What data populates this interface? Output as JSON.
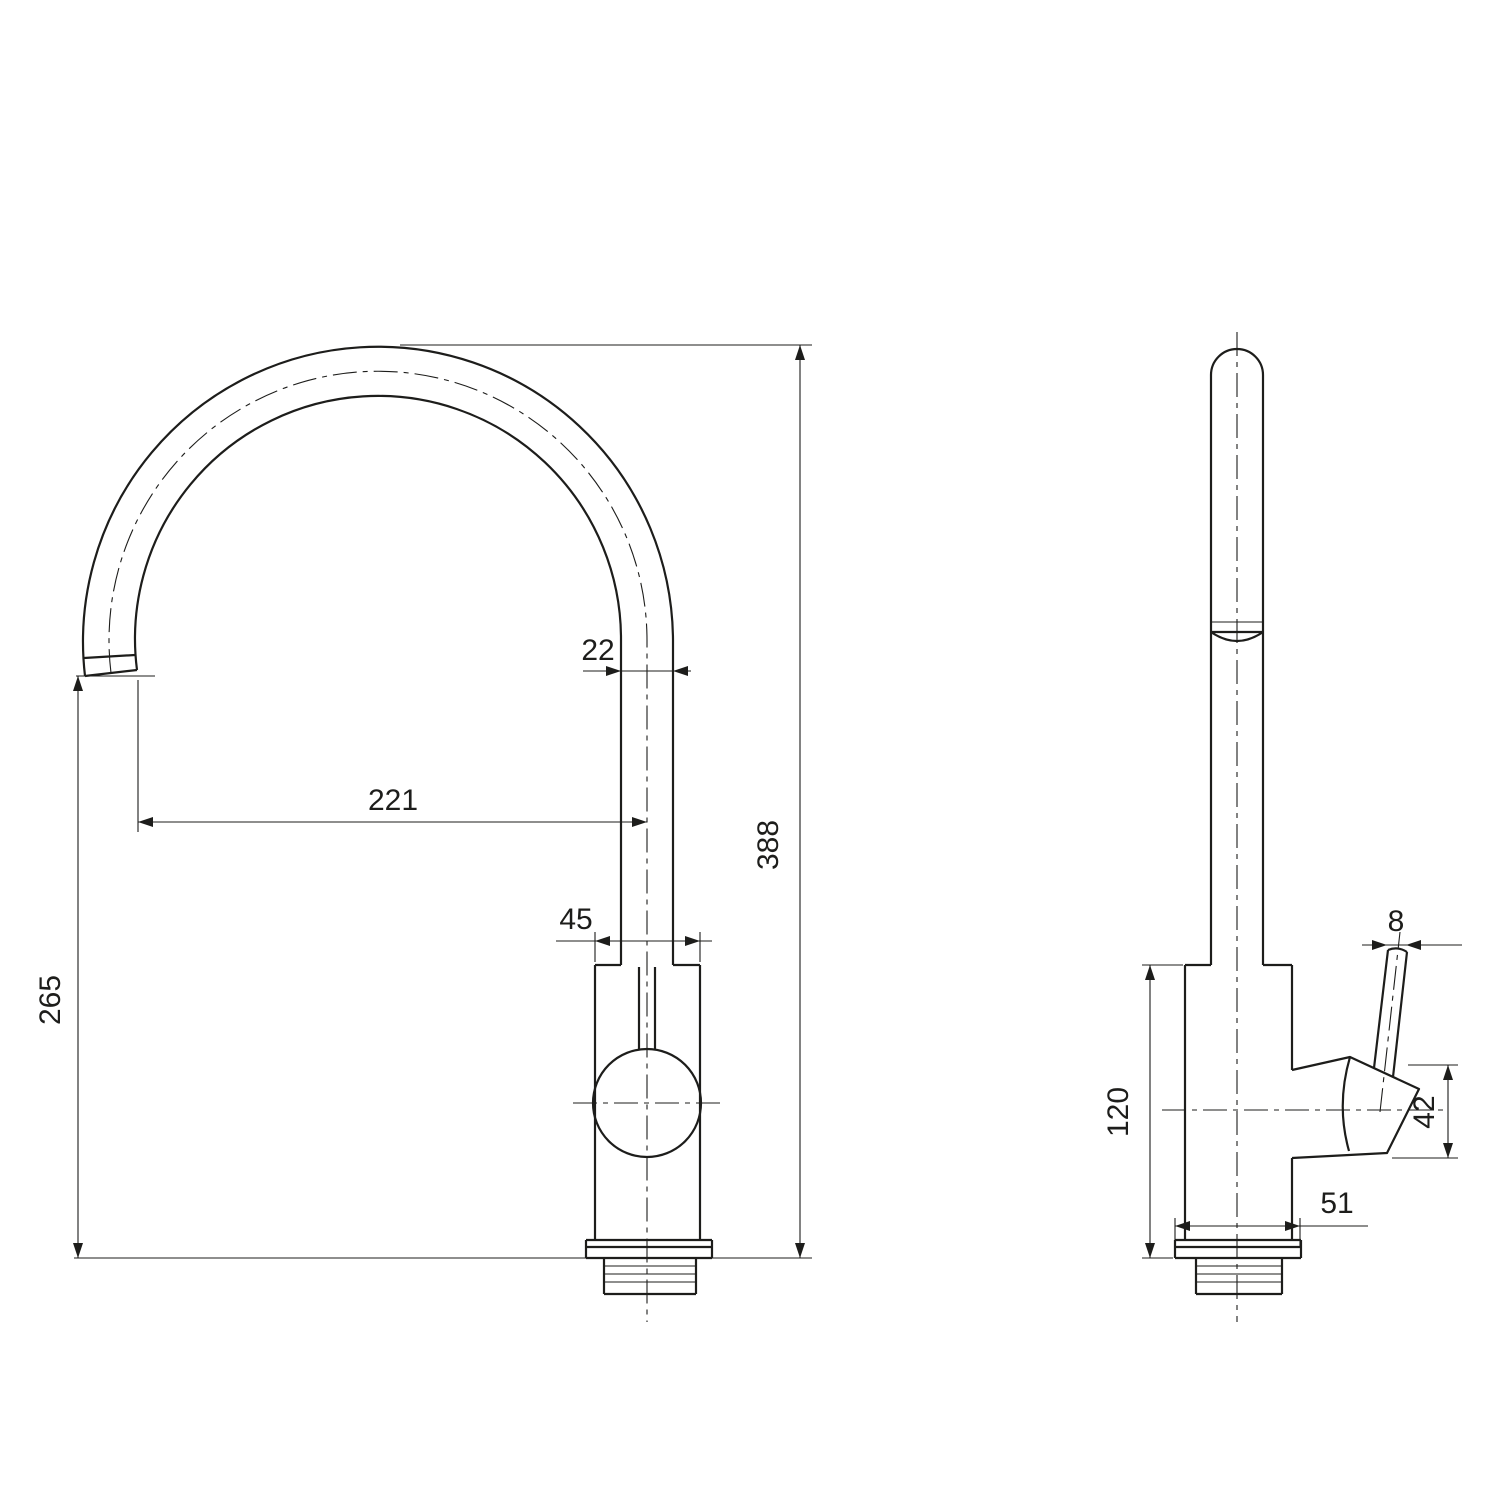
{
  "drawing": {
    "background": "#ffffff",
    "line_color": "#1d1d1b",
    "front_view": {
      "dimensions": {
        "spout_tube_diameter": "22",
        "spout_reach": "221",
        "overall_height": "388",
        "body_diameter": "45",
        "spout_outlet_height": "265"
      }
    },
    "side_view": {
      "dimensions": {
        "handle_lever_diameter": "8",
        "handle_boss_size": "42",
        "body_height": "120",
        "base_diameter": "51"
      }
    }
  }
}
